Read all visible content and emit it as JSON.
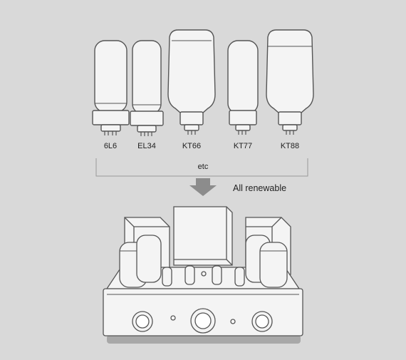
{
  "tubes": [
    {
      "label": "6L6"
    },
    {
      "label": "EL34"
    },
    {
      "label": "KT66"
    },
    {
      "label": "KT77"
    },
    {
      "label": "KT88"
    }
  ],
  "group_label": "etc",
  "caption": "All renewable",
  "colors": {
    "background": "#d9d9d9",
    "glass": "#f4f4f4",
    "outline": "#555555",
    "arrow": "#8c8c8c",
    "shadow": "#a8a8a8"
  },
  "icons": [
    "down-arrow-icon"
  ]
}
